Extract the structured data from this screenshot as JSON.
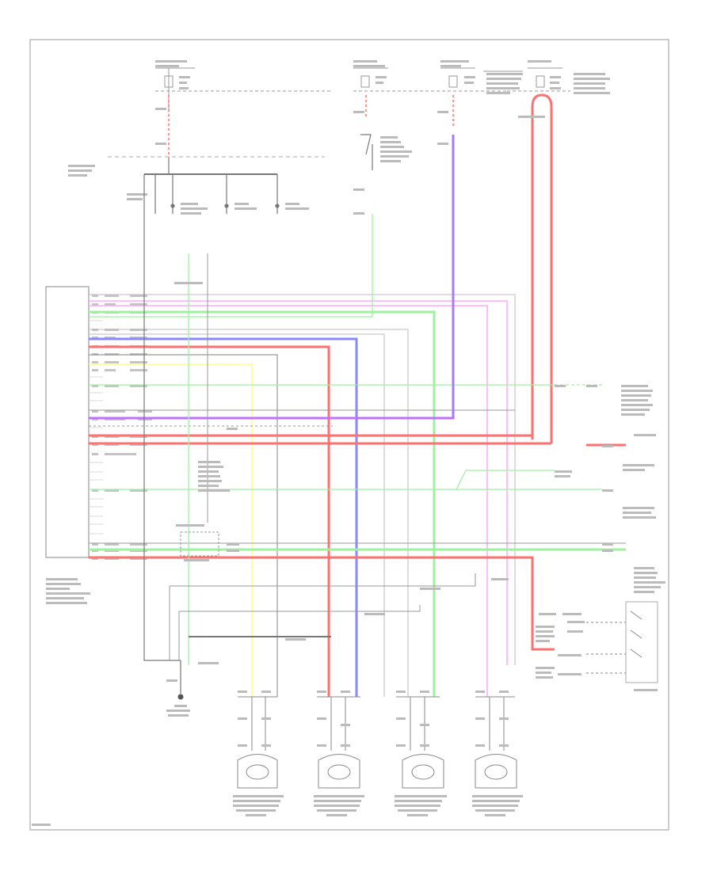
{
  "colors": {
    "wire_red": "#ff7070",
    "wire_pink": "#ff99ff",
    "wire_green": "#9ff09f",
    "wire_blue": "#8888ff",
    "wire_yellow": "#ffff88",
    "wire_purple": "#c070ff",
    "wire_gray": "#999999",
    "wire_black": "#555555",
    "frame": "#aaaaaa"
  },
  "diagram": {
    "frame_label": "",
    "tcm_label": "",
    "ground_label": "",
    "wheel_sensors": [
      "front-left",
      "front-right",
      "rear-left",
      "rear-right"
    ],
    "footer_id": ""
  }
}
